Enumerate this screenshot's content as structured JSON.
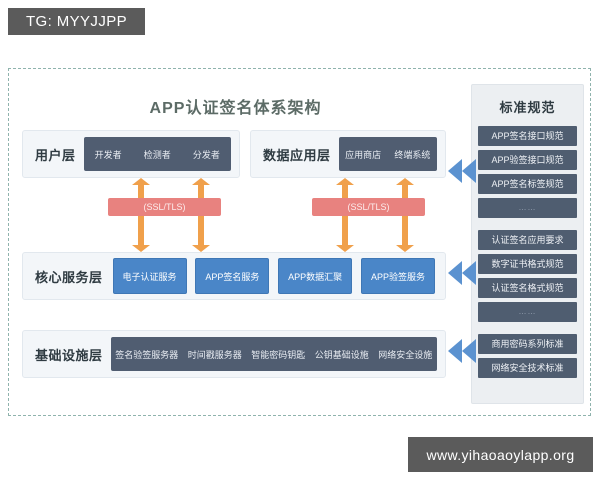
{
  "watermarks": {
    "top_tag": "TG: MYYJJPP",
    "bottom_url": "www.yihaoaoylapp.org"
  },
  "diagram": {
    "title": "APP认证签名体系架构",
    "layers": [
      {
        "id": "user-layer",
        "label": "用户层",
        "items": [
          "开发者",
          "检测者",
          "分发者"
        ]
      },
      {
        "id": "data-application-layer",
        "label": "数据应用层",
        "items": [
          "应用商店",
          "终端系统"
        ]
      },
      {
        "id": "core-service-layer",
        "label": "核心服务层",
        "items": [
          "电子认证服务",
          "APP签名服务",
          "APP数据汇聚",
          "APP验签服务"
        ]
      },
      {
        "id": "infrastructure-layer",
        "label": "基础设施层",
        "items": [
          "签名验签服务器",
          "时间戳服务器",
          "智能密码钥匙",
          "公钥基础设施",
          "网络安全设施"
        ]
      }
    ],
    "connectors": {
      "protocol_label": "(SSL/TLS)",
      "arrow_icon": "double-chevron-left-icon",
      "link_icon": "double-headed-vertical-arrow-icon"
    }
  },
  "standards_panel": {
    "title": "标准规范",
    "groups": [
      {
        "items": [
          "APP签名接口规范",
          "APP验签接口规范",
          "APP签名标签规范",
          "……"
        ]
      },
      {
        "items": [
          "认证签名应用要求",
          "数字证书格式规范",
          "认证签名格式规范",
          "……"
        ]
      },
      {
        "items": [
          "商用密码系列标准",
          "网络安全技术标准"
        ]
      }
    ]
  },
  "colors": {
    "accent_blue": "#4a86c8",
    "dark_slate": "#505d71",
    "ssl_red": "#e8827f",
    "connector_orange": "#f0a04b",
    "panel_bg": "#eceff2",
    "frame_dash": "#8fb3ad",
    "watermark_bg": "#5b5b5b"
  }
}
